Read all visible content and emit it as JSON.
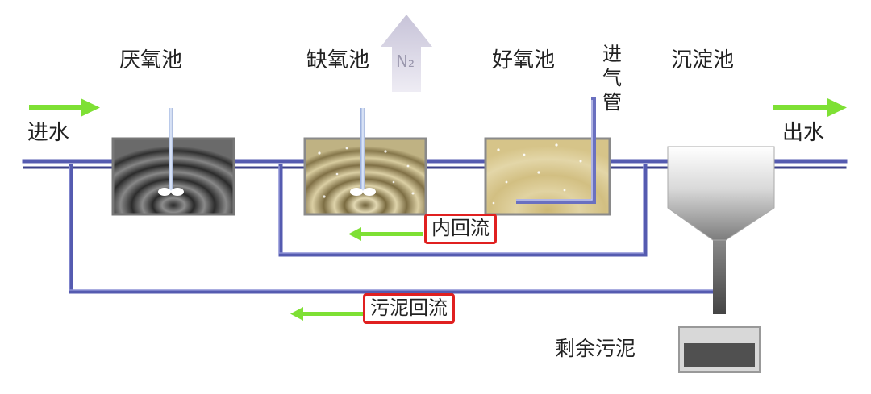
{
  "labels": {
    "anaerobic_tank": "厌氧池",
    "anoxic_tank": "缺氧池",
    "aerobic_tank": "好氧池",
    "clarifier": "沉淀池",
    "inlet": "进水",
    "outlet": "出水",
    "air_pipe": [
      "进",
      "气",
      "管"
    ],
    "n2_gas": "N₂",
    "internal_recycle": "内回流",
    "sludge_recycle": "污泥回流",
    "excess_sludge": "剩余污泥"
  },
  "colors": {
    "pipe": "#555bb0",
    "pipe_dark": "#2c2f70",
    "flow_arrow": "#7ee034",
    "tag_border": "#e02020",
    "gas_arrow": "#d6d3e2"
  }
}
